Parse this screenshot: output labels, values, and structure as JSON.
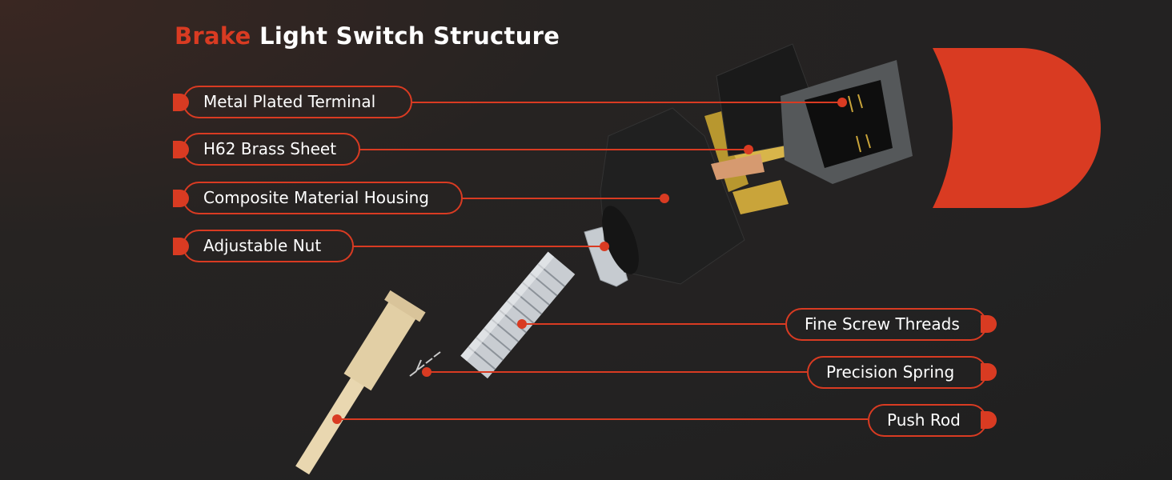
{
  "title": {
    "accent": "Brake",
    "rest": "Light Switch Structure"
  },
  "colors": {
    "accent": "#d93b22",
    "background": "#232222"
  },
  "labels_left": [
    {
      "text": "Metal Plated Terminal"
    },
    {
      "text": "H62 Brass Sheet"
    },
    {
      "text": "Composite Material Housing"
    },
    {
      "text": "Adjustable Nut"
    }
  ],
  "labels_right": [
    {
      "text": "Fine Screw Threads"
    },
    {
      "text": "Precision Spring"
    },
    {
      "text": "Push Rod"
    }
  ]
}
